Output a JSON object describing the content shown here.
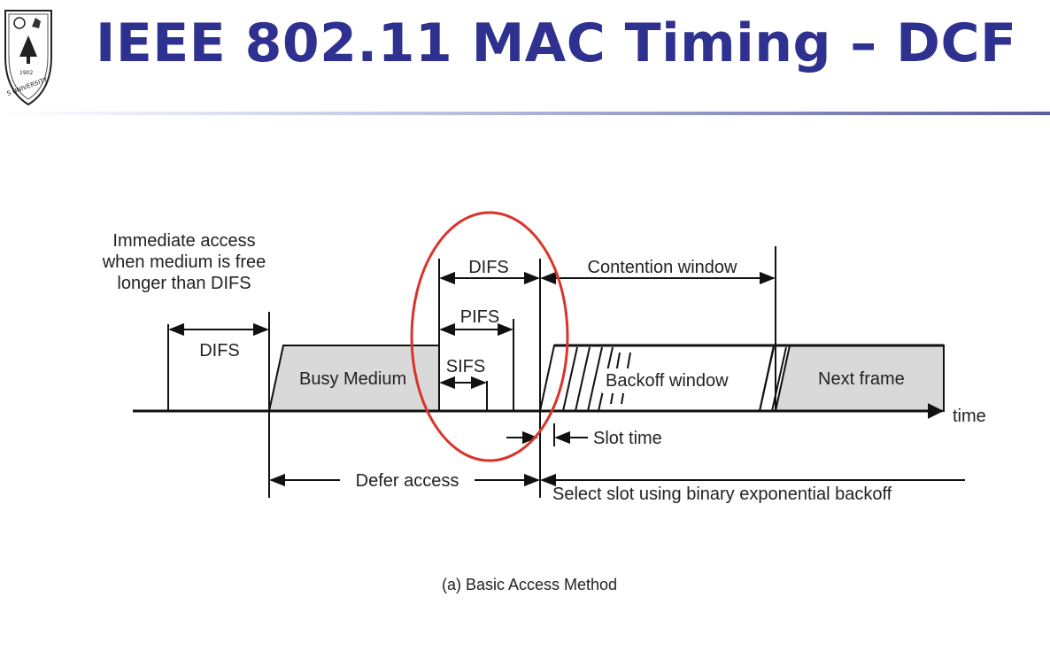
{
  "slide": {
    "title": "IEEE 802.11 MAC Timing – DCF"
  },
  "logo": {
    "year": "1902",
    "arc_text": "S UNIVERSITY"
  },
  "diagram": {
    "immediate_access_lines": [
      "Immediate access",
      "when medium is free",
      "longer than DIFS"
    ],
    "difs_left": "DIFS",
    "difs_top": "DIFS",
    "pifs": "PIFS",
    "sifs": "SIFS",
    "contention_window": "Contention window",
    "busy_medium": "Busy Medium",
    "backoff_window": "Backoff window",
    "next_frame": "Next frame",
    "time_axis": "time",
    "slot_time": "Slot time",
    "defer_access": "Defer access",
    "select_slot": "Select slot using binary exponential backoff",
    "caption": "(a) Basic Access Method",
    "highlight_color": "#d9342b"
  }
}
